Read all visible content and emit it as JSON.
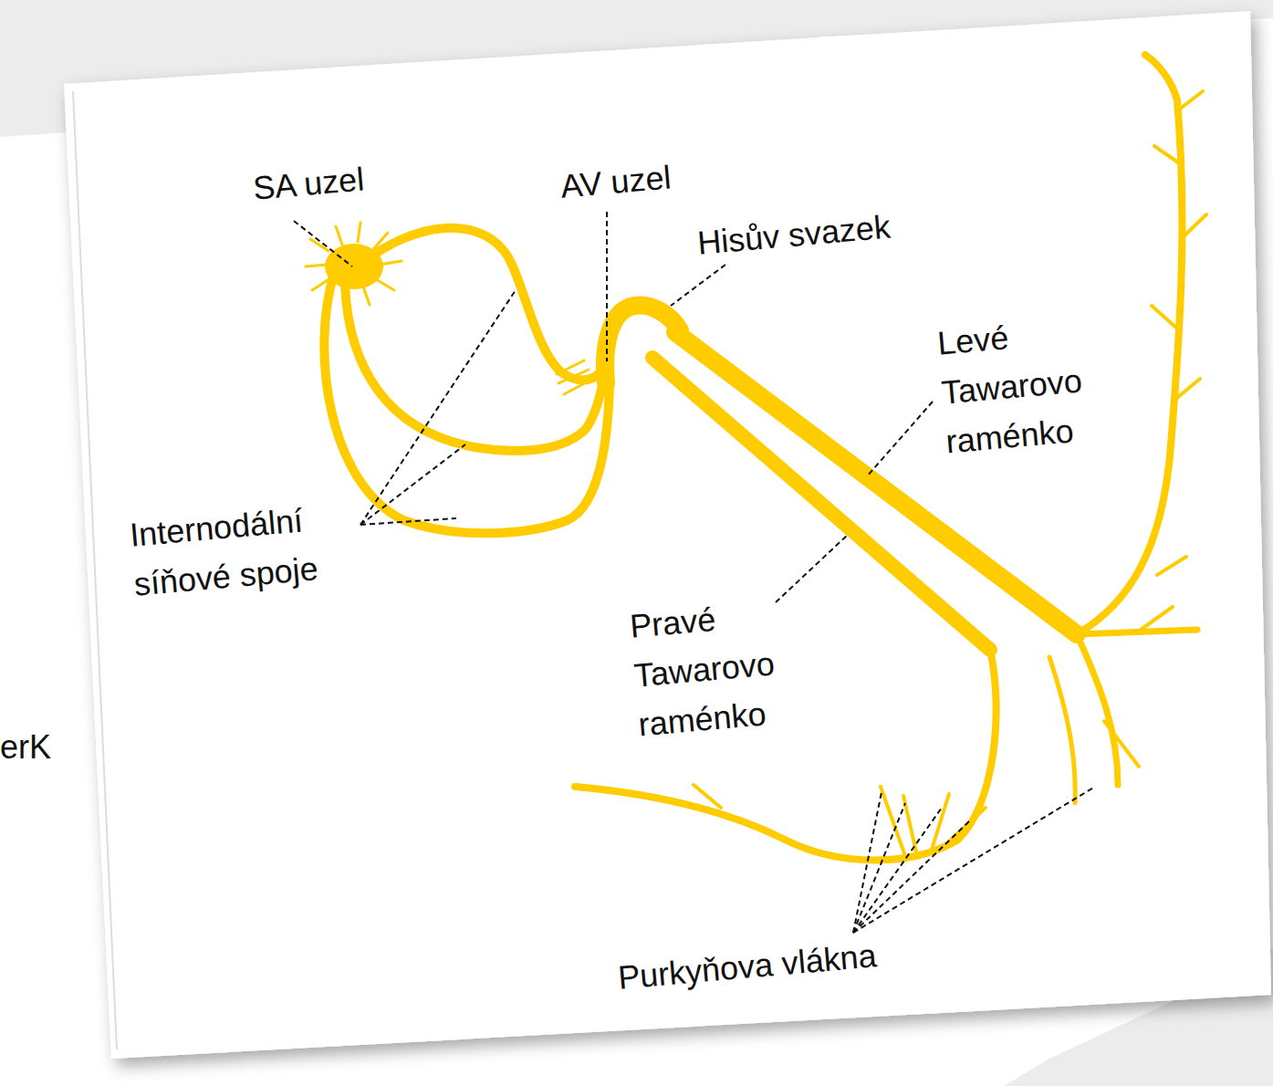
{
  "diagram": {
    "labels": [
      "SA uzel",
      "AV uzel",
      "Hisův svazek",
      "Levé Tawarovo raménko",
      "Internodální síňové spoje",
      "Pravé Tawarovo raménko",
      "Purkyňova vlákna",
      "erK"
    ]
  }
}
